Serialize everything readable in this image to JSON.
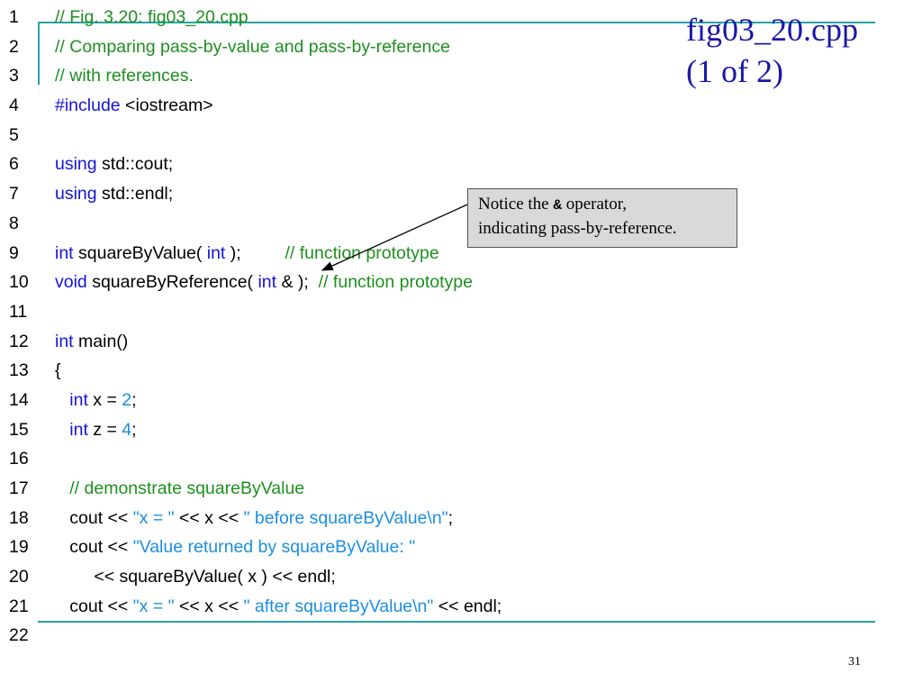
{
  "slide": {
    "title_line1": "fig03_20.cpp",
    "title_line2": "(1 of 2)",
    "page_number": "31"
  },
  "callout": {
    "prefix": "Notice the ",
    "operator": "&",
    "suffix": " operator,",
    "line2": "indicating pass-by-reference."
  },
  "colors": {
    "accent_rule": "#2aa1a6",
    "title": "#1a17a8",
    "keyword": "#1414d8",
    "comment": "#1e8f1e",
    "string_literal": "#1d8ee0"
  },
  "code": {
    "lines": [
      {
        "n": "1",
        "segments": [
          {
            "t": "// Fig. 3.20: fig03_20.cpp",
            "c": "cm"
          }
        ]
      },
      {
        "n": "2",
        "segments": [
          {
            "t": "// Comparing pass-by-value and pass-by-reference",
            "c": "cm"
          }
        ]
      },
      {
        "n": "3",
        "segments": [
          {
            "t": "// with references.",
            "c": "cm"
          }
        ]
      },
      {
        "n": "4",
        "segments": [
          {
            "t": "#include",
            "c": "kw"
          },
          {
            "t": " <iostream>",
            "c": ""
          }
        ]
      },
      {
        "n": "5",
        "segments": []
      },
      {
        "n": "6",
        "segments": [
          {
            "t": "using",
            "c": "kw"
          },
          {
            "t": " std::cout;",
            "c": ""
          }
        ]
      },
      {
        "n": "7",
        "segments": [
          {
            "t": "using",
            "c": "kw"
          },
          {
            "t": " std::endl;",
            "c": ""
          }
        ]
      },
      {
        "n": "8",
        "segments": []
      },
      {
        "n": "9",
        "segments": [
          {
            "t": "int",
            "c": "kw"
          },
          {
            "t": " squareByValue( ",
            "c": ""
          },
          {
            "t": "int",
            "c": "kw"
          },
          {
            "t": " );         ",
            "c": ""
          },
          {
            "t": "// function prototype",
            "c": "cm"
          }
        ]
      },
      {
        "n": "10",
        "segments": [
          {
            "t": "void",
            "c": "kw"
          },
          {
            "t": " squareByReference( ",
            "c": ""
          },
          {
            "t": "int",
            "c": "kw"
          },
          {
            "t": " & );  ",
            "c": ""
          },
          {
            "t": "// function prototype",
            "c": "cm"
          }
        ]
      },
      {
        "n": "11",
        "segments": []
      },
      {
        "n": "12",
        "segments": [
          {
            "t": "int",
            "c": "kw"
          },
          {
            "t": " main()",
            "c": ""
          }
        ]
      },
      {
        "n": "13",
        "segments": [
          {
            "t": "{",
            "c": ""
          }
        ]
      },
      {
        "n": "14",
        "segments": [
          {
            "t": "   ",
            "c": ""
          },
          {
            "t": "int",
            "c": "kw"
          },
          {
            "t": " x = ",
            "c": ""
          },
          {
            "t": "2",
            "c": "nm"
          },
          {
            "t": ";",
            "c": ""
          }
        ]
      },
      {
        "n": "15",
        "segments": [
          {
            "t": "   ",
            "c": ""
          },
          {
            "t": "int",
            "c": "kw"
          },
          {
            "t": " z = ",
            "c": ""
          },
          {
            "t": "4",
            "c": "nm"
          },
          {
            "t": ";",
            "c": ""
          }
        ]
      },
      {
        "n": "16",
        "segments": []
      },
      {
        "n": "17",
        "segments": [
          {
            "t": "   ",
            "c": ""
          },
          {
            "t": "// demonstrate squareByValue",
            "c": "cm"
          }
        ]
      },
      {
        "n": "18",
        "segments": [
          {
            "t": "   cout << ",
            "c": ""
          },
          {
            "t": "\"x = \"",
            "c": "st"
          },
          {
            "t": " << x << ",
            "c": ""
          },
          {
            "t": "\" before squareByValue\\n\"",
            "c": "st"
          },
          {
            "t": ";",
            "c": ""
          }
        ]
      },
      {
        "n": "19",
        "segments": [
          {
            "t": "   cout << ",
            "c": ""
          },
          {
            "t": "\"Value returned by squareByValue: \"",
            "c": "st"
          }
        ]
      },
      {
        "n": "20",
        "segments": [
          {
            "t": "        << squareByValue( x ) << endl;",
            "c": ""
          }
        ]
      },
      {
        "n": "21",
        "segments": [
          {
            "t": "   cout << ",
            "c": ""
          },
          {
            "t": "\"x = \"",
            "c": "st"
          },
          {
            "t": " << x << ",
            "c": ""
          },
          {
            "t": "\" after squareByValue\\n\"",
            "c": "st"
          },
          {
            "t": " << endl;",
            "c": ""
          }
        ]
      },
      {
        "n": "22",
        "segments": []
      }
    ]
  }
}
